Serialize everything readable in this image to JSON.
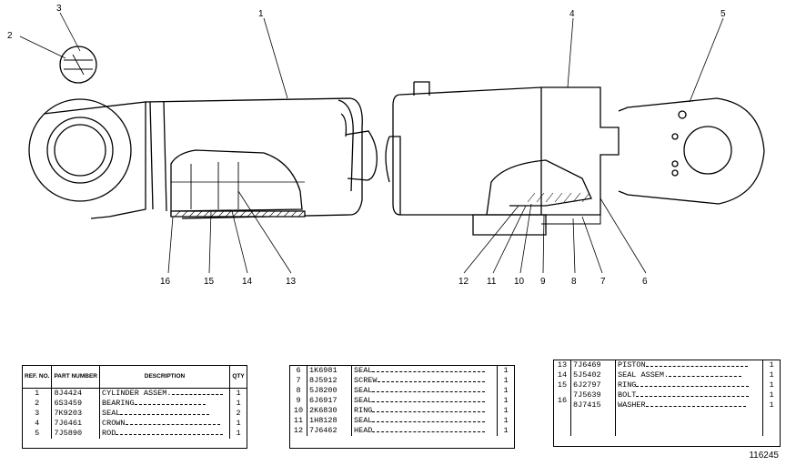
{
  "callouts": [
    "1",
    "2",
    "3",
    "4",
    "5",
    "6",
    "7",
    "8",
    "9",
    "10",
    "11",
    "12",
    "13",
    "14",
    "15",
    "16"
  ],
  "table1": {
    "headers": {
      "ref": "REF. NO.",
      "part": "PART NUMBER",
      "desc": "DESCRIPTION",
      "qty": "QTY"
    },
    "rows": [
      {
        "ref": "1",
        "part": "8J4424",
        "desc": "CYLINDER ASSEM.",
        "qty": "1",
        "indent": false
      },
      {
        "ref": "2",
        "part": "6S3459",
        "desc": "BEARING",
        "qty": "1",
        "indent": true
      },
      {
        "ref": "3",
        "part": "7K9203",
        "desc": "SEAL",
        "qty": "2",
        "indent": true
      },
      {
        "ref": "4",
        "part": "7J6461",
        "desc": "CROWN",
        "qty": "1",
        "indent": false
      },
      {
        "ref": "5",
        "part": "7J5890",
        "desc": "ROD",
        "qty": "1",
        "indent": false
      }
    ]
  },
  "table2": {
    "rows": [
      {
        "ref": "6",
        "part": "1K6981",
        "desc": "SEAL",
        "qty": "1"
      },
      {
        "ref": "7",
        "part": "8J5912",
        "desc": "SCREW",
        "qty": "1"
      },
      {
        "ref": "8",
        "part": "5J8200",
        "desc": "SEAL",
        "qty": "1"
      },
      {
        "ref": "9",
        "part": "6J6917",
        "desc": "SEAL",
        "qty": "1"
      },
      {
        "ref": "10",
        "part": "2K6830",
        "desc": "RING",
        "qty": "1"
      },
      {
        "ref": "11",
        "part": "1H8128",
        "desc": "SEAL",
        "qty": "1"
      },
      {
        "ref": "12",
        "part": "7J6462",
        "desc": "HEAD",
        "qty": "1"
      }
    ]
  },
  "table3": {
    "rows": [
      {
        "ref": "13",
        "part": "7J6469",
        "desc": "PISTON",
        "qty": "1"
      },
      {
        "ref": "14",
        "part": "5J5402",
        "desc": "SEAL ASSEM.",
        "qty": "1"
      },
      {
        "ref": "15",
        "part": "6J2797",
        "desc": "RING",
        "qty": "1"
      },
      {
        "ref": "16",
        "part": "7J5639",
        "desc": "BOLT",
        "qty": "1"
      },
      {
        "ref": "",
        "part": "8J7415",
        "desc": "WASHER",
        "qty": "1"
      }
    ]
  },
  "figure_number": "116245"
}
